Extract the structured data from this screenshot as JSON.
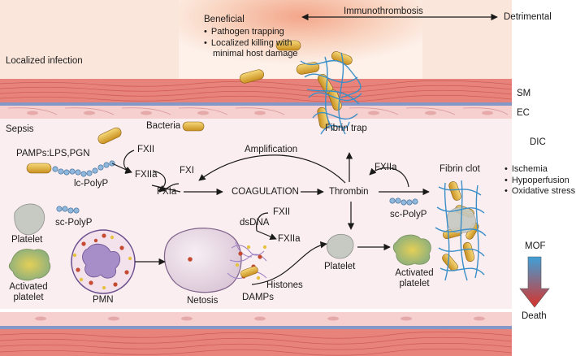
{
  "header": {
    "immunothrombosis": "Immunothrombosis",
    "detrimental": "Detrimental",
    "beneficial": "Beneficial",
    "beneficial_items": [
      "Pathogen trapping",
      "Localized killing with",
      "minimal host damage"
    ],
    "localized_infection": "Localized infection",
    "sm": "SM",
    "ec": "EC"
  },
  "lumen": {
    "sepsis": "Sepsis",
    "bacteria": "Bacteria",
    "pamps": "PAMPs:LPS,PGN",
    "lc_polyp": "lc-PolyP",
    "sc_polyp": "sc-PolyP",
    "sc_polyp_right": "sc-PolyP",
    "platelet": "Platelet",
    "activated_platelet": [
      "Activated",
      "platelet"
    ],
    "pmn": "PMN",
    "netosis": "Netosis",
    "histones": "Histones",
    "damps": "DAMPs",
    "dsdna": "dsDNA",
    "fibrin_trap": "Fibrin trap",
    "fibrin_clot": "Fibrin clot",
    "platelet_mid": "Platelet",
    "activated_platelet_mid": [
      "Activated",
      "platelet"
    ]
  },
  "cascade": {
    "fxii_top": "FXII",
    "fxiia_top": "FXIIa",
    "fxi": "FXI",
    "fxia": "FXIa",
    "coagulation": "COAGULATION",
    "thrombin": "Thrombin",
    "amplification": "Amplification",
    "fxiia_right": "FXIIa",
    "fxii_mid": "FXII",
    "fxiia_mid": "FXIIa"
  },
  "outcomes": {
    "dic": "DIC",
    "dic_items": [
      "Ischemia",
      "Hypoperfusion",
      "Oxidative stress"
    ],
    "mof": "MOF",
    "death": "Death"
  },
  "colors": {
    "vessel_red": "#e8837c",
    "endothelium_pink": "#f6cfcf",
    "elastic_blue": "#8497c9",
    "bacteria_yellow": "#e3b43c",
    "fibrin_blue": "#3a8fc8",
    "polyp_blue": "#8fb8dc",
    "mof_top": "#3fa0d8",
    "mof_bottom": "#d8322a"
  }
}
